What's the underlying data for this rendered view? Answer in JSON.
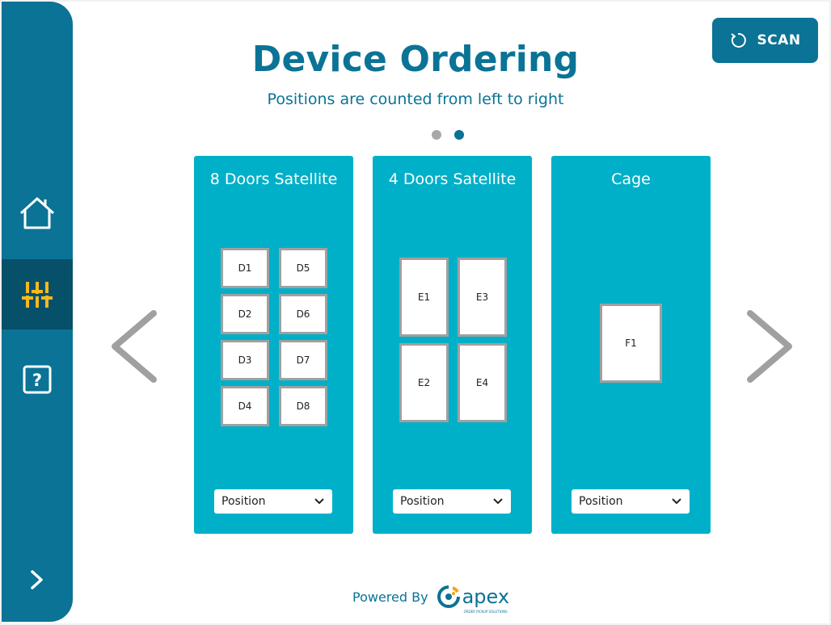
{
  "header": {
    "title": "Device Ordering",
    "subtitle": "Positions are counted from left to right"
  },
  "scan_button": {
    "label": "SCAN",
    "icon": "refresh-icon"
  },
  "pagination": {
    "total": 2,
    "active_index": 1
  },
  "sidebar": {
    "items": [
      {
        "name": "home",
        "icon": "home-icon"
      },
      {
        "name": "settings",
        "icon": "sliders-icon",
        "active": true
      },
      {
        "name": "help",
        "icon": "help-icon"
      },
      {
        "name": "expand",
        "icon": "chevron-right-icon"
      }
    ]
  },
  "cards": [
    {
      "title": "8 Doors Satellite",
      "slots": [
        "D1",
        "D2",
        "D3",
        "D4",
        "D5",
        "D6",
        "D7",
        "D8"
      ],
      "position_label": "Position"
    },
    {
      "title": "4 Doors Satellite",
      "slots": [
        "E1",
        "E2",
        "E3",
        "E4"
      ],
      "position_label": "Position"
    },
    {
      "title": "Cage",
      "slots": [
        "F1"
      ],
      "position_label": "Position"
    }
  ],
  "footer": {
    "powered_by": "Powered By",
    "brand": "apex",
    "brand_tagline": "ORDER PICKUP SOLUTIONS"
  },
  "colors": {
    "primary": "#0a7396",
    "card": "#00b0c8",
    "sidebar_active": "#06506a",
    "icon_accent": "#f5b820",
    "arrow": "#a0a0a0"
  }
}
